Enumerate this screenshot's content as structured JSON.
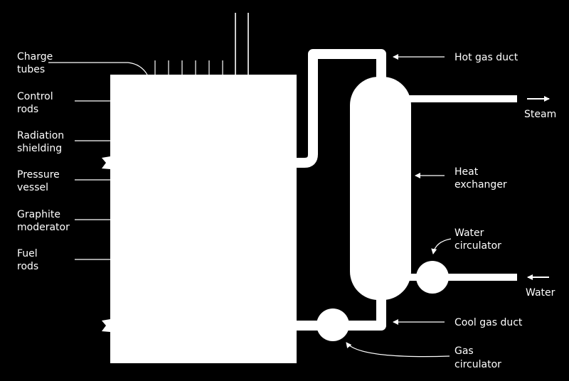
{
  "colors": {
    "background": "#000000",
    "foreground": "#ffffff"
  },
  "left_labels": [
    {
      "line1": "Charge",
      "line2": "tubes"
    },
    {
      "line1": "Control",
      "line2": "rods"
    },
    {
      "line1": "Radiation",
      "line2": "shielding"
    },
    {
      "line1": "Pressure",
      "line2": "vessel"
    },
    {
      "line1": "Graphite",
      "line2": "moderator"
    },
    {
      "line1": "Fuel",
      "line2": "rods"
    }
  ],
  "right_labels": {
    "hot_gas_duct": "Hot gas duct",
    "steam": "Steam",
    "heat_exchanger": {
      "line1": "Heat",
      "line2": "exchanger"
    },
    "water_circulator": {
      "line1": "Water",
      "line2": "circulator"
    },
    "water": "Water",
    "cool_gas_duct": "Cool gas duct",
    "gas_circulator": {
      "line1": "Gas",
      "line2": "circulator"
    }
  }
}
